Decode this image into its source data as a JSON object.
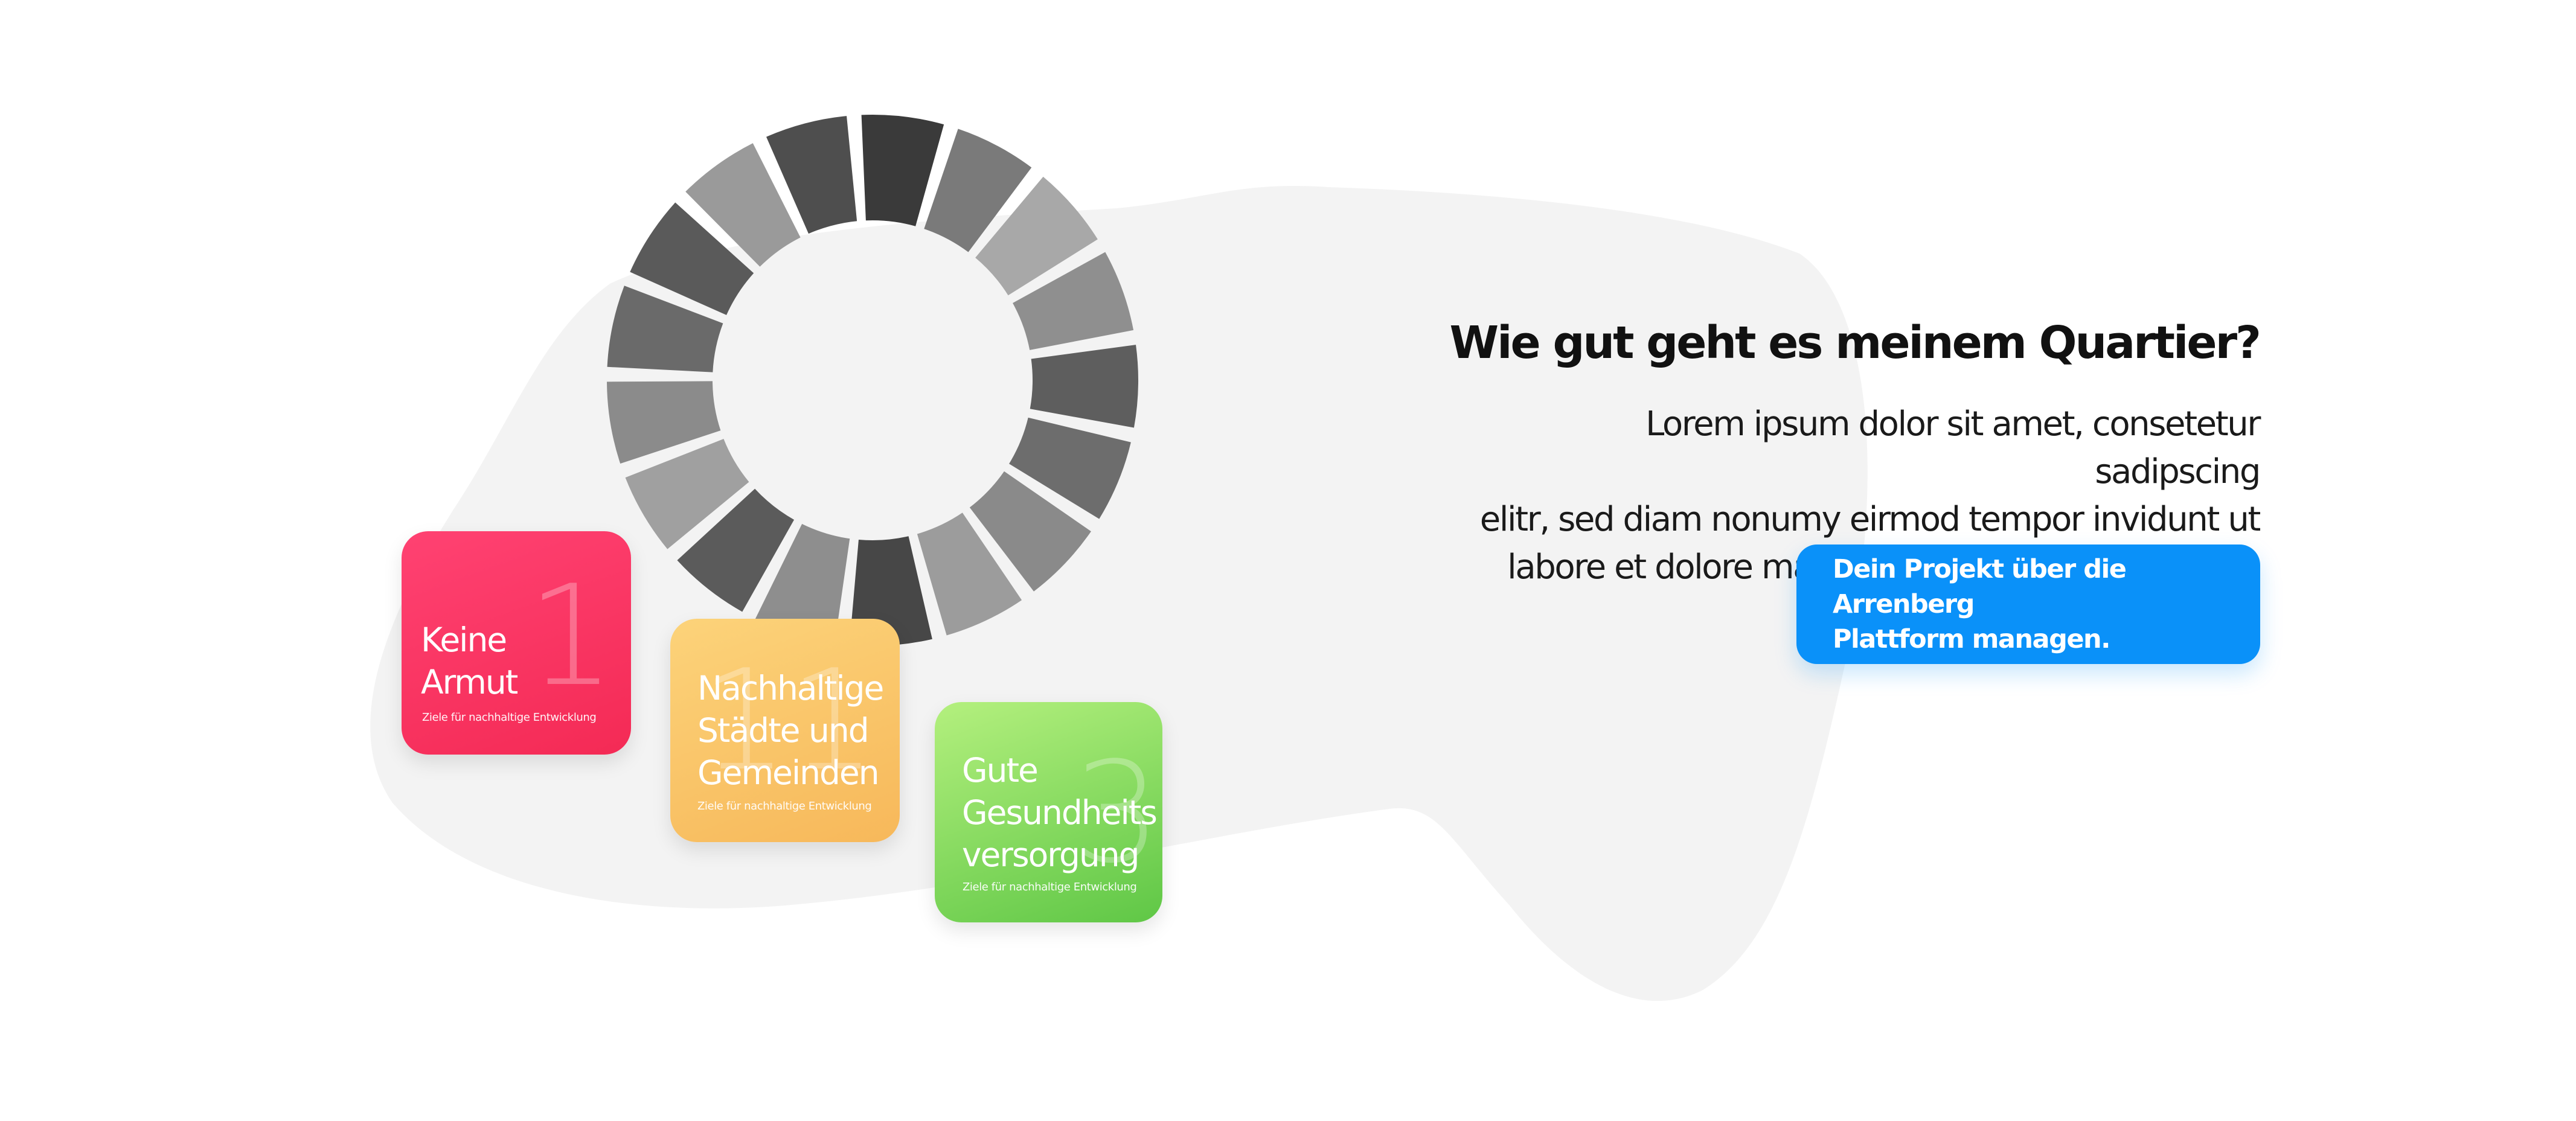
{
  "headline": "Wie gut geht es meinem Quartier?",
  "body_text": "Lorem ipsum dolor sit amet, consetetur sadipscing\nelitr, sed diam nonumy eirmod tempor invidunt ut\nlabore et dolore magna aliquyam erat, sed diam",
  "cta_label": "Dein Projekt über die Arrenberg\nPlattform managen.",
  "tiles": [
    {
      "number": "1",
      "title": "Keine\nArmut",
      "caption": "Ziele für nachhaltige Entwicklung",
      "color": "#f42a55"
    },
    {
      "number": "11",
      "title": "Nachhaltige\nStädte und\nGemeinden",
      "caption": "Ziele für nachhaltige Entwicklung",
      "color": "#f7b85a"
    },
    {
      "number": "3",
      "title": "Gute\nGesundheits\nversorgung",
      "caption": "Ziele für nachhaltige Entwicklung",
      "color": "#5fc746"
    }
  ],
  "colors": {
    "accent": "#0a91f9",
    "background_blob": "#f3f3f3",
    "wheel_segments": "#6b6b6b"
  },
  "icons": {
    "wheel": "sdg-wheel-icon"
  }
}
